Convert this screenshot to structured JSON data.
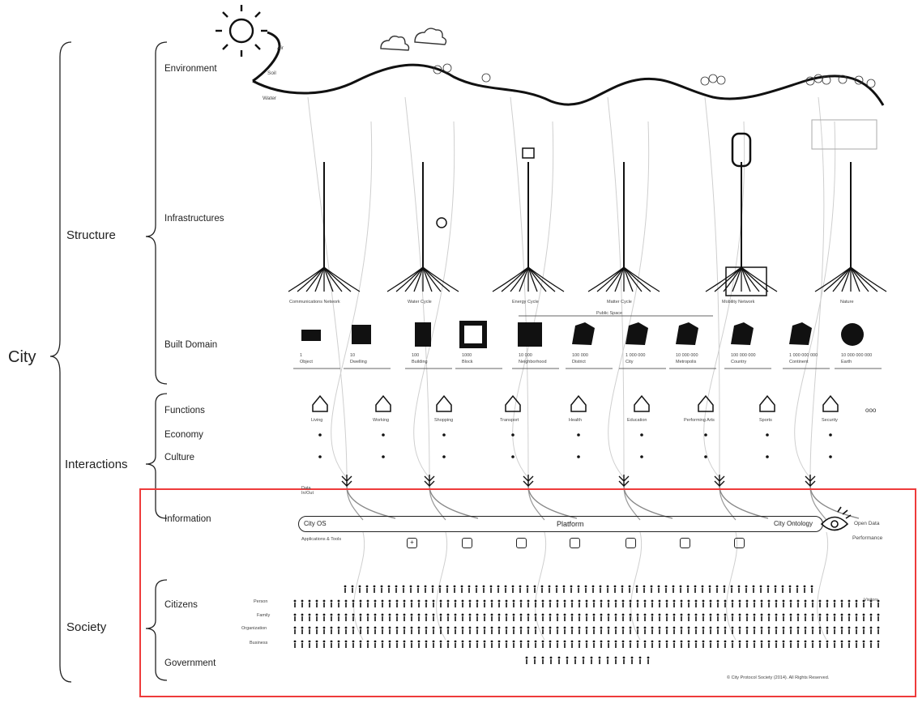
{
  "labels": {
    "city": "City",
    "structure": "Structure",
    "interactions": "Interactions",
    "society": "Society",
    "environment": "Environment",
    "infrastructures": "Infrastructures",
    "built_domain": "Built Domain",
    "functions": "Functions",
    "economy": "Economy",
    "culture": "Culture",
    "information": "Information",
    "citizens": "Citizens",
    "government": "Government",
    "air": "Air",
    "soil": "Soil",
    "water": "Water",
    "public_space": "Public Space",
    "data_in_out": "Data In/Out"
  },
  "infrastructure_systems": [
    "Communications Network",
    "Water Cycle",
    "Energy Cycle",
    "Matter Cycle",
    "Mobility Network",
    "Nature"
  ],
  "built_scales": [
    {
      "count": "1",
      "name": "Object"
    },
    {
      "count": "10",
      "name": "Dwelling"
    },
    {
      "count": "100",
      "name": "Building"
    },
    {
      "count": "1000",
      "name": "Block"
    },
    {
      "count": "10 000",
      "name": "Neighborhood"
    },
    {
      "count": "100 000",
      "name": "District"
    },
    {
      "count": "1 000 000",
      "name": "City"
    },
    {
      "count": "10 000 000",
      "name": "Metropolis"
    },
    {
      "count": "100 000 000",
      "name": "Country"
    },
    {
      "count": "1 000 000 000",
      "name": "Continent"
    },
    {
      "count": "10 000 000 000",
      "name": "Earth"
    }
  ],
  "functions_list": [
    "Living",
    "Working",
    "Shopping",
    "Transport",
    "Health",
    "Education",
    "Performing Arts",
    "Sports",
    "Security"
  ],
  "platform": {
    "left": "City OS",
    "center": "Platform",
    "right": "City Ontology",
    "tools": "Applications & Tools",
    "open_data": "Open Data",
    "performance": "Performance"
  },
  "citizens_rows": [
    "Person",
    "Family",
    "Organization",
    "Business"
  ],
  "visitors": "Visitors",
  "copyright": "© City Protocol Society (2014). All Rights Reserved.",
  "colors": {
    "highlight": "#ee3b3b",
    "ink": "#222222",
    "network": "#cfcfcf"
  }
}
